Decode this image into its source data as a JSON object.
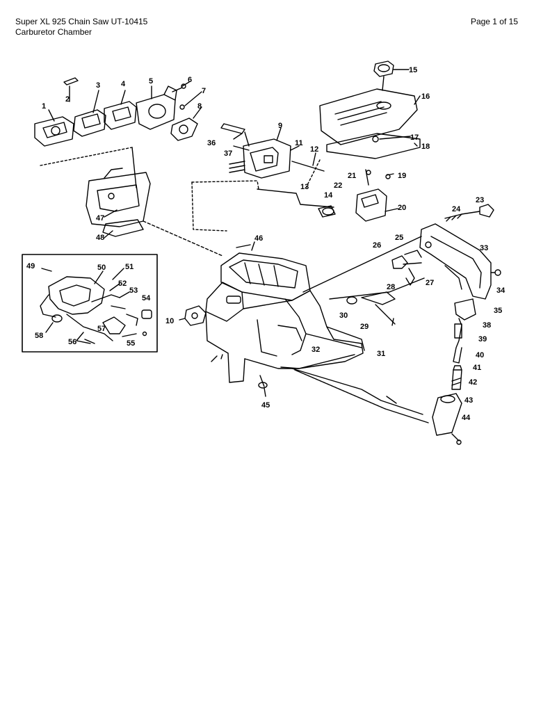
{
  "header": {
    "title": "Super XL 925 Chain Saw UT-10415",
    "subtitle": "Carburetor Chamber",
    "page": "Page 1 of 15"
  },
  "callouts": [
    "1",
    "2",
    "3",
    "4",
    "5",
    "6",
    "7",
    "8",
    "9",
    "10",
    "11",
    "12",
    "13",
    "14",
    "15",
    "16",
    "17",
    "18",
    "19",
    "20",
    "21",
    "22",
    "23",
    "24",
    "25",
    "26",
    "27",
    "28",
    "29",
    "30",
    "31",
    "32",
    "33",
    "34",
    "35",
    "36",
    "37",
    "38",
    "39",
    "40",
    "41",
    "42",
    "43",
    "44",
    "45",
    "46",
    "47",
    "48",
    "49",
    "50",
    "51",
    "52",
    "53",
    "54",
    "55",
    "56",
    "57",
    "58"
  ],
  "colors": {
    "ink": "#000000",
    "paper": "#ffffff"
  }
}
